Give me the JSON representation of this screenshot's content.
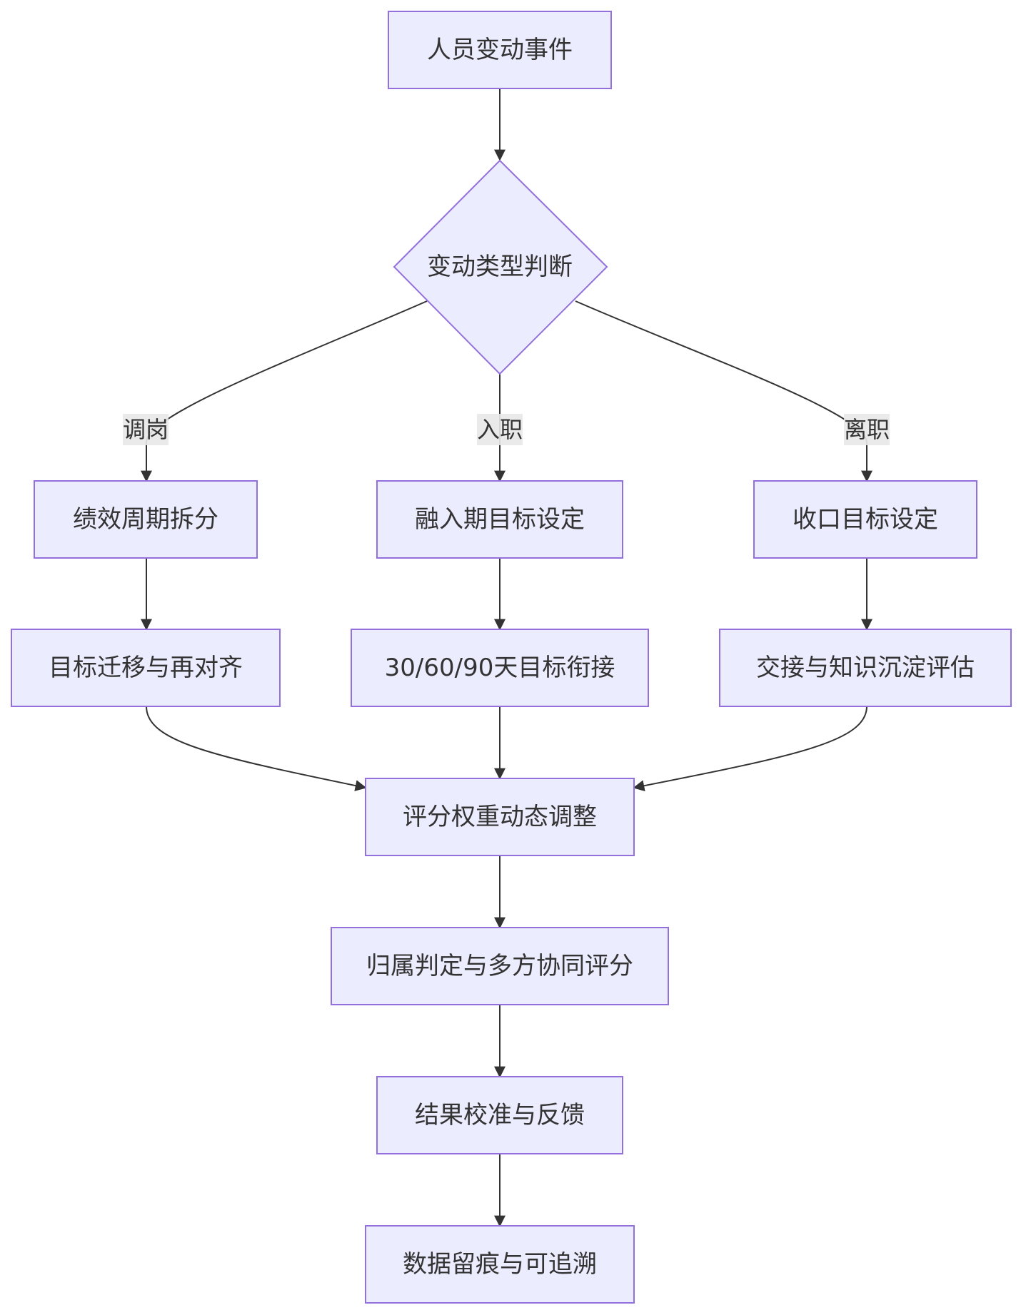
{
  "diagram": {
    "type": "flowchart",
    "colors": {
      "node_fill": "#ECECFF",
      "node_stroke": "#9370DB",
      "edge": "#333333",
      "text": "#333333",
      "edge_label_bg": "#E8E8E8"
    },
    "nodes": {
      "start": "人员变动事件",
      "decision": "变动类型判断",
      "split": "绩效周期拆分",
      "onboard_goal": "融入期目标设定",
      "exit_goal": "收口目标设定",
      "migrate": "目标迁移与再对齐",
      "bridge": "30/60/90天目标衔接",
      "handover": "交接与知识沉淀评估",
      "weight": "评分权重动态调整",
      "attribution": "归属判定与多方协同评分",
      "calibration": "结果校准与反馈",
      "trace": "数据留痕与可追溯"
    },
    "edge_labels": {
      "transfer": "调岗",
      "onboard": "入职",
      "leave": "离职"
    }
  }
}
